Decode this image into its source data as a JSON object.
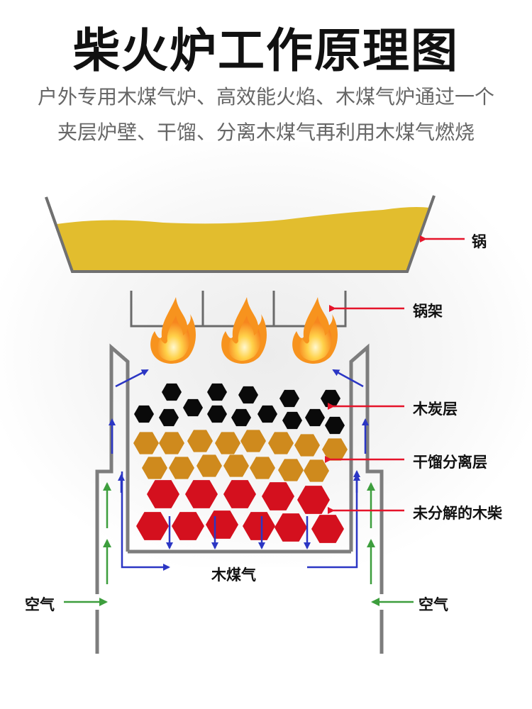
{
  "title": "柴火炉工作原理图",
  "subtitle_line1": "户外专用木煤气炉、高效能火焰、木煤气炉通过一个",
  "subtitle_line2": "夹层炉壁、干馏、分离木煤气再利用木煤气燃烧",
  "labels": {
    "pot": "锅",
    "pot_stand": "锅架",
    "charcoal_layer": "木炭层",
    "pyrolysis_layer": "干馏分离层",
    "raw_wood": "未分解的木柴",
    "wood_gas": "木煤气",
    "air_left": "空气",
    "air_right": "空气"
  },
  "colors": {
    "wall": "#808080",
    "pot_fill": "#e2bd2e",
    "charcoal": "#0a0a0a",
    "pyrolysis": "#cf8a1d",
    "raw_wood": "#d4101e",
    "arrow_red": "#e5142a",
    "arrow_blue": "#2b36c4",
    "arrow_green": "#3d9e3d",
    "flame": "#f7931e"
  }
}
